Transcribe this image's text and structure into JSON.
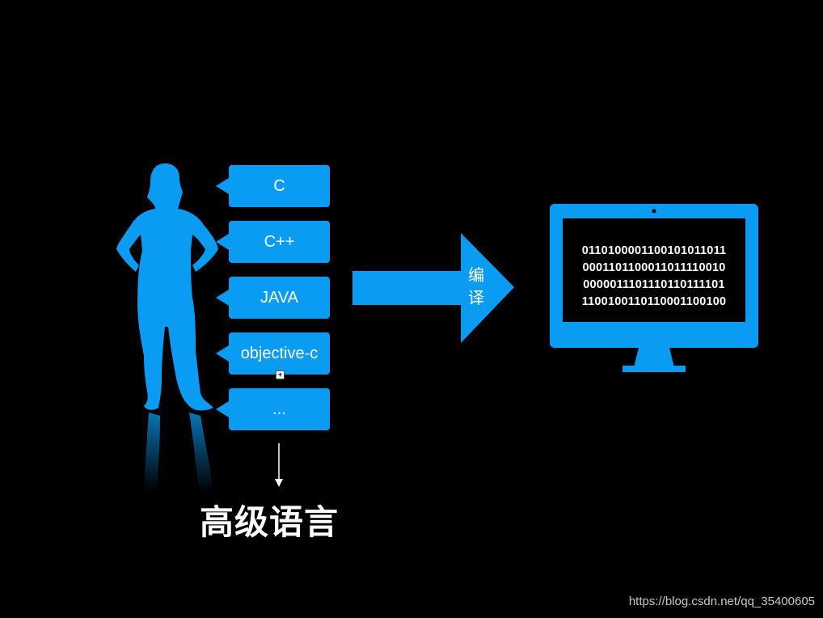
{
  "languages": [
    "C",
    "C++",
    "JAVA",
    "objective-c",
    "..."
  ],
  "caption": "高级语言",
  "compile": [
    "编",
    "译"
  ],
  "binary_lines": [
    "01101000011001010110 11",
    "0001101100011011110010",
    "0000011101110110111101",
    "1100100110110001100100"
  ],
  "watermark": "https://blog.csdn.net/qq_35400605",
  "colors": {
    "accent": "#0a9cf2",
    "background": "#000000"
  },
  "icons": {
    "person": "woman-silhouette-icon",
    "computer": "monitor-icon",
    "plus": "plus-icon"
  }
}
